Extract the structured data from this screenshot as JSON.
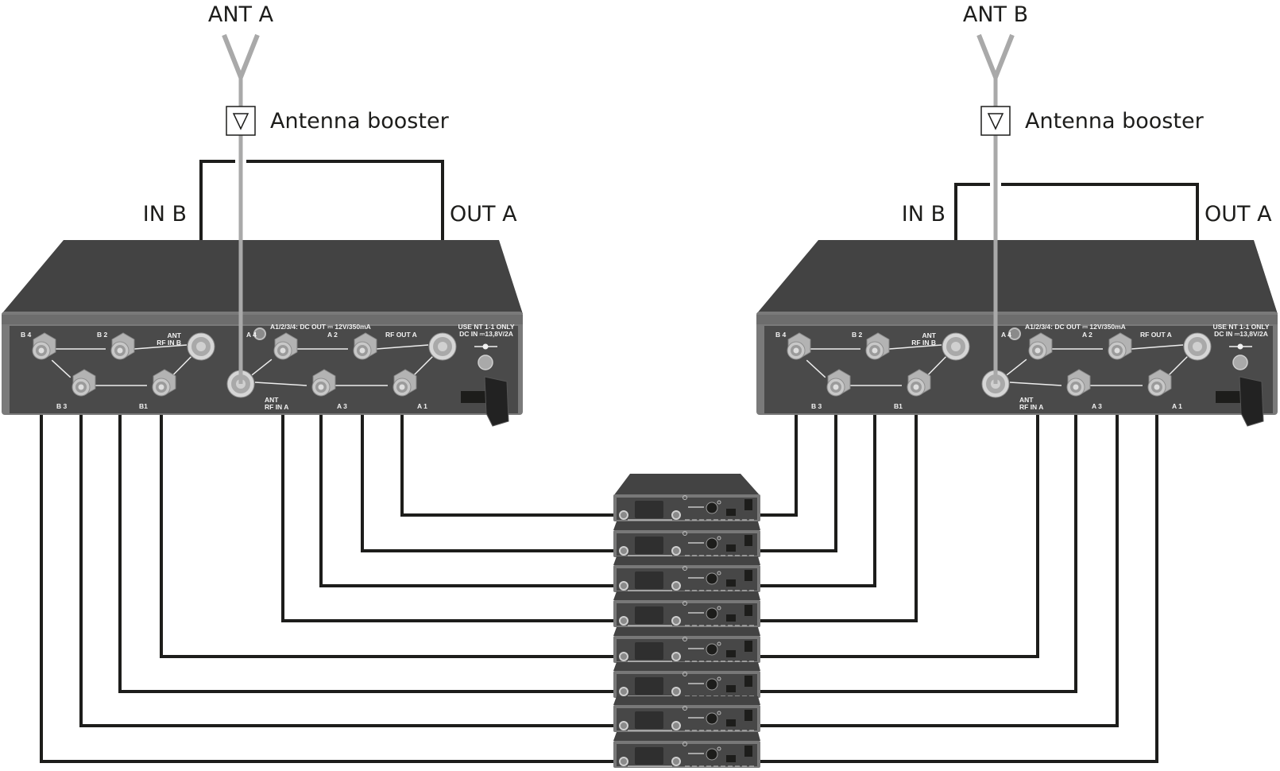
{
  "diagram": {
    "title": "Antenna splitter cascade with two antennas, boosters and eight receivers",
    "antennas": [
      {
        "id": "A",
        "label": "ANT A",
        "booster_label": "Antenna booster",
        "booster_symbol": "▽"
      },
      {
        "id": "B",
        "label": "ANT B",
        "booster_label": "Antenna booster",
        "booster_symbol": "▽"
      }
    ],
    "splitters": [
      {
        "id": "left",
        "feed_antenna": "A",
        "loop_labels": {
          "in": "IN B",
          "out": "OUT A"
        },
        "panel_text": {
          "dc_out": "A1/2/3/4: DC OUT ⎓   12V/350mA",
          "use_nt": "USE NT 1-1 ONLY",
          "dc_in": "DC IN ⎓13,8V/2A",
          "rf_out": "RF OUT A",
          "ant_in_b_1": "ANT",
          "ant_in_b_2": "RF IN B",
          "ant_in_a_1": "ANT",
          "ant_in_a_2": "RF IN A"
        },
        "ports": [
          "B 4",
          "B 2",
          "B 3",
          "B1",
          "A 4",
          "A 2",
          "A 3",
          "A 1"
        ]
      },
      {
        "id": "right",
        "feed_antenna": "B",
        "loop_labels": {
          "in": "IN B",
          "out": "OUT A"
        },
        "panel_text": {
          "dc_out": "A1/2/3/4: DC OUT ⎓   12V/350mA",
          "use_nt": "USE NT 1-1 ONLY",
          "dc_in": "DC IN ⎓13,8V/2A",
          "rf_out": "RF OUT A",
          "ant_in_b_1": "ANT",
          "ant_in_b_2": "RF IN B",
          "ant_in_a_1": "ANT",
          "ant_in_a_2": "RF IN A"
        },
        "ports": [
          "B 4",
          "B 2",
          "B 3",
          "B1",
          "A 4",
          "A 2",
          "A 3",
          "A 1"
        ]
      }
    ],
    "loop_connection": {
      "from": "RF OUT A",
      "to": "ANT RF IN B",
      "cable": "black"
    },
    "receivers": {
      "count": 8,
      "connections": [
        {
          "receiver": 1,
          "left_splitter_port": "A1",
          "right_splitter_port": "B4"
        },
        {
          "receiver": 2,
          "left_splitter_port": "A2",
          "right_splitter_port": "B3"
        },
        {
          "receiver": 3,
          "left_splitter_port": "A3",
          "right_splitter_port": "B2"
        },
        {
          "receiver": 4,
          "left_splitter_port": "A4",
          "right_splitter_port": "B1"
        },
        {
          "receiver": 5,
          "left_splitter_port": "B1",
          "right_splitter_port": "A4"
        },
        {
          "receiver": 6,
          "left_splitter_port": "B2",
          "right_splitter_port": "A3"
        },
        {
          "receiver": 7,
          "left_splitter_port": "B3",
          "right_splitter_port": "A2"
        },
        {
          "receiver": 8,
          "left_splitter_port": "B4",
          "right_splitter_port": "A1"
        }
      ]
    },
    "colors": {
      "cable": "#1d1d1b",
      "antenna_cable": "#a9a9a9",
      "chassis_top": "#434343",
      "chassis_front": "#4a4a4a",
      "chassis_rim": "#7a7a7a",
      "connector": "#bdbdbd",
      "text": "#1d1d1b"
    }
  }
}
